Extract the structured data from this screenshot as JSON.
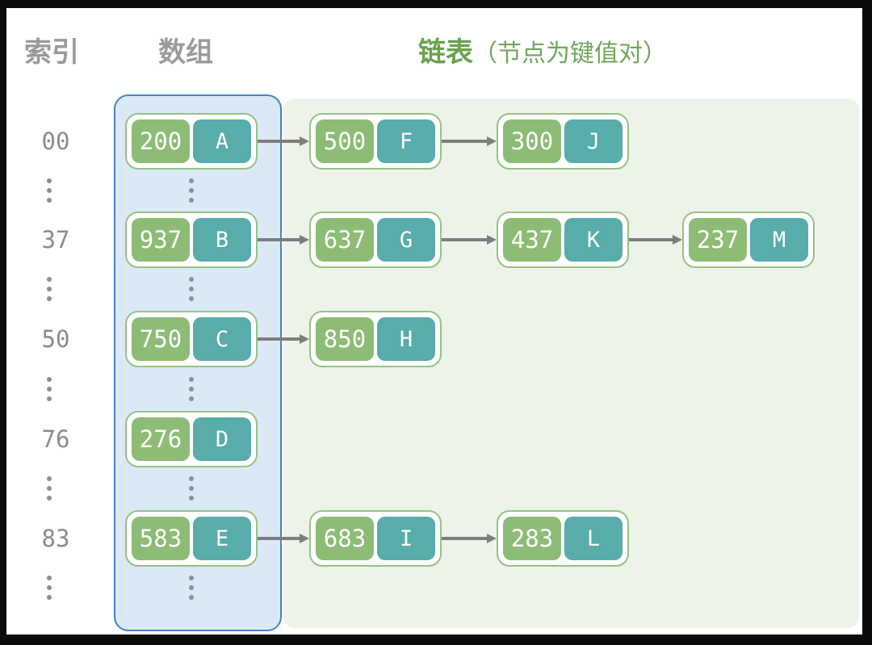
{
  "header": {
    "index_label": "索引",
    "array_label": "数组",
    "list_label": "链表",
    "list_note": "（节点为键值对）"
  },
  "colors": {
    "key_green": "#8dbc76",
    "value_teal": "#58acaa",
    "node_border_green": "#95c285",
    "array_fill": "#dbe9f7",
    "array_border": "#4282c6",
    "list_area_fill": "#edf3e9",
    "header_gray": "#9a9a9a",
    "header_green": "#68a24e",
    "index_gray": "#8b8b8b",
    "arrow_gray": "#7d7d7d",
    "frame_black": "#0b0b0b"
  },
  "rows": [
    {
      "index": "00",
      "chain": [
        {
          "key": "200",
          "value": "A"
        },
        {
          "key": "500",
          "value": "F"
        },
        {
          "key": "300",
          "value": "J"
        }
      ]
    },
    {
      "index": "37",
      "chain": [
        {
          "key": "937",
          "value": "B"
        },
        {
          "key": "637",
          "value": "G"
        },
        {
          "key": "437",
          "value": "K"
        },
        {
          "key": "237",
          "value": "M"
        }
      ]
    },
    {
      "index": "50",
      "chain": [
        {
          "key": "750",
          "value": "C"
        },
        {
          "key": "850",
          "value": "H"
        }
      ]
    },
    {
      "index": "76",
      "chain": [
        {
          "key": "276",
          "value": "D"
        }
      ]
    },
    {
      "index": "83",
      "chain": [
        {
          "key": "583",
          "value": "E"
        },
        {
          "key": "683",
          "value": "I"
        },
        {
          "key": "283",
          "value": "L"
        }
      ]
    }
  ]
}
